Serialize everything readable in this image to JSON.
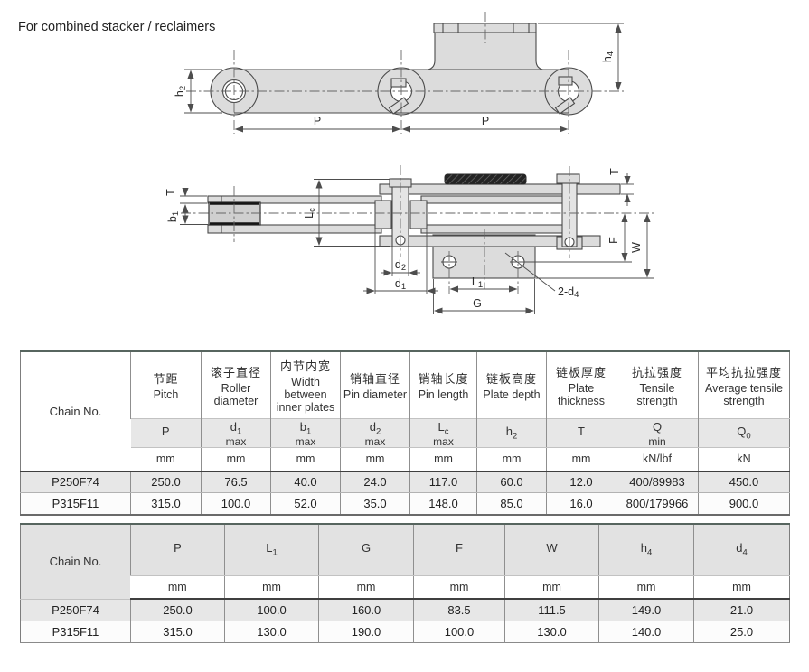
{
  "page": {
    "title": "For combined stacker / reclaimers"
  },
  "drawing": {
    "h2m": "h",
    "h2s": "2",
    "h4m": "h",
    "h4s": "4",
    "p1": "P",
    "p2": "P",
    "tl": "T",
    "b1m": "b",
    "b1s": "1",
    "lcm": "L",
    "lcs": "c",
    "d2m": "d",
    "d2s": "2",
    "d1m": "d",
    "d1s": "1",
    "l1m": "L",
    "l1s": "1",
    "g": "G",
    "f": "F",
    "w": "W",
    "tr": "T",
    "holesm": "2-d",
    "holess": "4"
  },
  "table1": {
    "chain_no_header": "Chain No.",
    "columns": [
      {
        "cn": "节距",
        "en": "Pitch",
        "sym_main": "P",
        "sym_sub": "",
        "sym_note": "",
        "unit": "mm"
      },
      {
        "cn": "滚子直径",
        "en": "Roller diameter",
        "sym_main": "d",
        "sym_sub": "1",
        "sym_note": "max",
        "unit": "mm"
      },
      {
        "cn": "内节内宽",
        "en": "Width between inner plates",
        "sym_main": "b",
        "sym_sub": "1",
        "sym_note": "max",
        "unit": "mm"
      },
      {
        "cn": "销轴直径",
        "en": "Pin diameter",
        "sym_main": "d",
        "sym_sub": "2",
        "sym_note": "max",
        "unit": "mm"
      },
      {
        "cn": "销轴长度",
        "en": "Pin length",
        "sym_main": "L",
        "sym_sub": "c",
        "sym_note": "max",
        "unit": "mm"
      },
      {
        "cn": "链板高度",
        "en": "Plate depth",
        "sym_main": "h",
        "sym_sub": "2",
        "sym_note": "",
        "unit": "mm"
      },
      {
        "cn": "链板厚度",
        "en": "Plate thickness",
        "sym_main": "T",
        "sym_sub": "",
        "sym_note": "",
        "unit": "mm"
      },
      {
        "cn": "抗拉强度",
        "en": "Tensile strength",
        "sym_main": "Q",
        "sym_sub": "",
        "sym_note": "min",
        "unit": "kN/lbf"
      },
      {
        "cn": "平均抗拉强度",
        "en": "Average tensile strength",
        "sym_main": "Q",
        "sym_sub": "0",
        "sym_note": "",
        "unit": "kN"
      }
    ],
    "rows": [
      {
        "chain_no": "P250F74",
        "values": [
          "250.0",
          "76.5",
          "40.0",
          "24.0",
          "117.0",
          "60.0",
          "12.0",
          "400/89983",
          "450.0"
        ]
      },
      {
        "chain_no": "P315F11",
        "values": [
          "315.0",
          "100.0",
          "52.0",
          "35.0",
          "148.0",
          "85.0",
          "16.0",
          "800/179966",
          "900.0"
        ]
      }
    ]
  },
  "table2": {
    "chain_no_header": "Chain No.",
    "columns": [
      {
        "sym_main": "P",
        "sym_sub": "",
        "unit": "mm"
      },
      {
        "sym_main": "L",
        "sym_sub": "1",
        "unit": "mm"
      },
      {
        "sym_main": "G",
        "sym_sub": "",
        "unit": "mm"
      },
      {
        "sym_main": "F",
        "sym_sub": "",
        "unit": "mm"
      },
      {
        "sym_main": "W",
        "sym_sub": "",
        "unit": "mm"
      },
      {
        "sym_main": "h",
        "sym_sub": "4",
        "unit": "mm"
      },
      {
        "sym_main": "d",
        "sym_sub": "4",
        "unit": "mm"
      }
    ],
    "rows": [
      {
        "chain_no": "P250F74",
        "values": [
          "250.0",
          "100.0",
          "160.0",
          "83.5",
          "111.5",
          "149.0",
          "21.0"
        ]
      },
      {
        "chain_no": "P315F11",
        "values": [
          "315.0",
          "130.0",
          "190.0",
          "100.0",
          "130.0",
          "140.0",
          "25.0"
        ]
      }
    ]
  }
}
